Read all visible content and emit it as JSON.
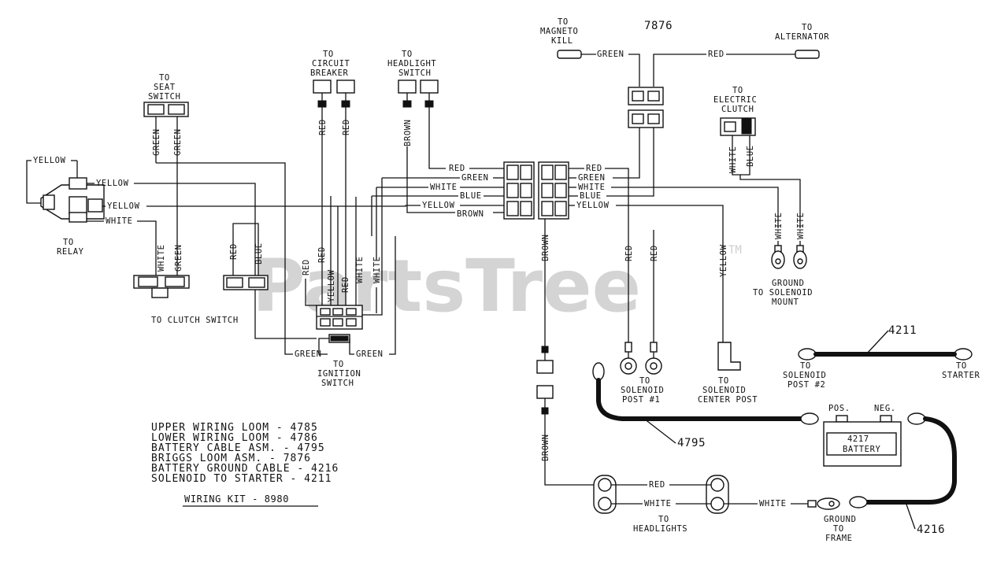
{
  "watermark": "PartsTree",
  "watermark_tm": "TM",
  "top_number": "7876",
  "labels": {
    "to_seat": "TO",
    "seat": "SEAT",
    "switch_seat": "SWITCH",
    "to_circuit": "TO",
    "circuit": "CIRCUIT",
    "breaker": "BREAKER",
    "to_headlight": "TO",
    "headlight": "HEADLIGHT",
    "switch_headlight": "SWITCH",
    "to_magneto": "TO",
    "magneto": "MAGNETO",
    "kill": "KILL",
    "to_alternator": "TO",
    "alternator": "ALTERNATOR",
    "to_electric": "TO",
    "electric": "ELECTRIC",
    "clutch": "CLUTCH",
    "to_relay": "TO",
    "relay": "RELAY",
    "to_clutch_switch": "TO CLUTCH SWITCH",
    "to_ignition": "TO",
    "ignition": "IGNITION",
    "switch_ignition": "SWITCH",
    "ground": "GROUND",
    "to_solenoid_mount": "TO SOLENOID",
    "mount": "MOUNT",
    "to_solenoid_post1": "TO",
    "solenoid_post1": "SOLENOID",
    "post1": "POST #1",
    "to_solenoid_center": "TO",
    "solenoid_center": "SOLENOID",
    "center_post": "CENTER POST",
    "to_solenoid_post2": "TO",
    "solenoid_post2": "SOLENOID",
    "post2": "POST #2",
    "to_starter": "TO",
    "starter": "STARTER",
    "pos": "POS.",
    "neg": "NEG.",
    "battery_num": "4217",
    "battery": "BATTERY",
    "to_headlights": "TO",
    "headlights": "HEADLIGHTS",
    "ground_to": "GROUND",
    "to_frame_to": "TO",
    "frame": "FRAME",
    "callout_4211": "4211",
    "callout_4795": "4795",
    "callout_4216": "4216"
  },
  "wire_colors": {
    "yellow": "YELLOW",
    "white": "WHITE",
    "green": "GREEN",
    "red": "RED",
    "blue": "BLUE",
    "brown": "BROWN"
  },
  "legend": [
    "UPPER WIRING LOOM - 4785",
    "LOWER WIRING LOOM - 4786",
    "BATTERY CABLE ASM. - 4795",
    "BRIGGS LOOM ASM. - 7876",
    "BATTERY GROUND CABLE - 4216",
    "SOLENOID TO STARTER - 4211"
  ],
  "kit_title": "WIRING KIT - 8980"
}
